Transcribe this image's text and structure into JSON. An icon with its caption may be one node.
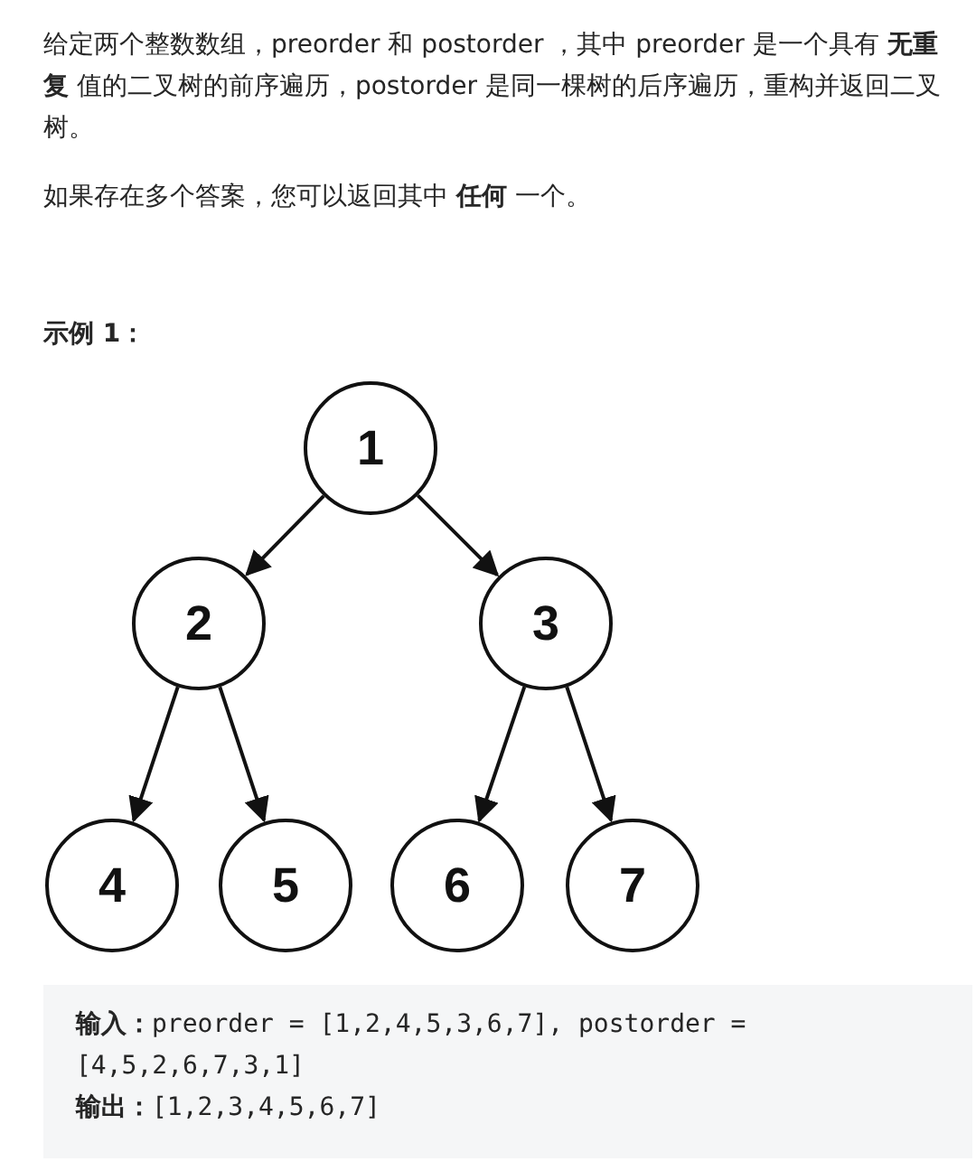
{
  "diagram": {
    "nodes": [
      {
        "text": [
          "1"
        ]
      },
      {
        "text": [
          "2"
        ]
      },
      {
        "text": [
          "3"
        ]
      },
      {
        "text": [
          "4"
        ]
      },
      {
        "text": [
          "5"
        ]
      },
      {
        "text": [
          "6"
        ]
      },
      {
        "text": [
          "7"
        ]
      }
    ],
    "edges": [
      {
        "from": 0,
        "to": 1,
        "arrow": "to"
      },
      {
        "from": 0,
        "to": 2,
        "arrow": "to"
      },
      {
        "from": 1,
        "to": 3,
        "arrow": "to"
      },
      {
        "from": 1,
        "to": 4,
        "arrow": "to"
      },
      {
        "from": 2,
        "to": 5,
        "arrow": "to"
      },
      {
        "from": 2,
        "to": 6,
        "arrow": "to"
      }
    ],
    "labels": [
      "给定两个整数数组，preorder 和 postorder ，其中 preorder 是一个具有 **无重复** 值的二叉树的前序遍历，postorder 是同一棵树的后序遍历，重构并返回二叉树。",
      "如果存在多个答案，您可以返回其中 **任何** 一个。",
      "示例 1：",
      "**输入：**preorder = [1,2,4,5,3,6,7], postorder = [4,5,2,6,7,3,1]",
      "**输出：**[1,2,3,4,5,6,7]"
    ]
  }
}
